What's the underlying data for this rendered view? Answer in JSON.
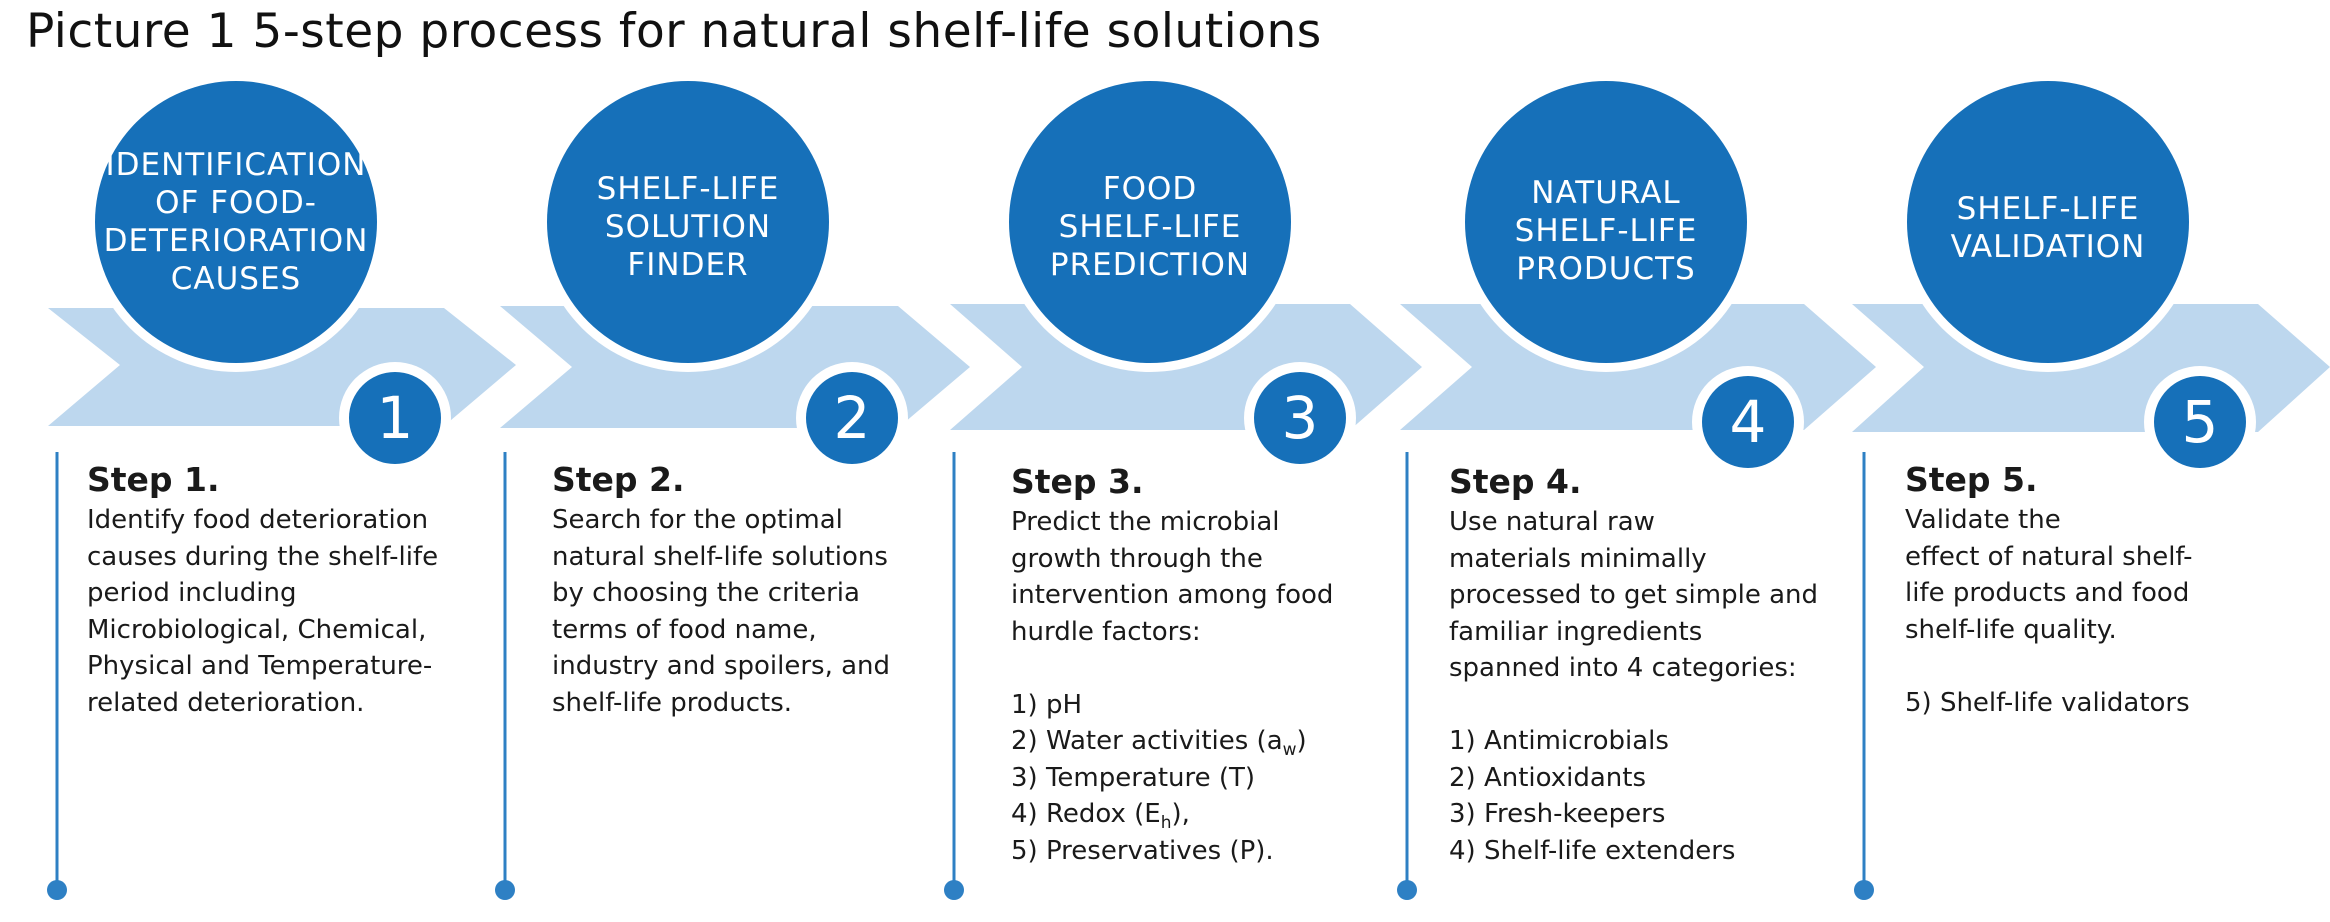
{
  "title": "Picture 1  5-step process for natural shelf-life solutions",
  "colors": {
    "circle_blue": "#1670b9",
    "chevron_light": "#bdd7ee",
    "text_dark": "#1a1a1a"
  },
  "steps": [
    {
      "number": "1",
      "circle_lines": [
        "IDENTIFICATION",
        "OF FOOD-",
        "DETERIORATION",
        "CAUSES"
      ],
      "heading": "Step 1.",
      "body": [
        "Identify food deterioration",
        "causes during the shelf-life",
        "period including",
        "Microbiological, Chemical,",
        "Physical and Temperature-",
        "related deterioration."
      ]
    },
    {
      "number": "2",
      "circle_lines": [
        "SHELF-LIFE",
        "SOLUTION",
        "FINDER"
      ],
      "heading": "Step 2.",
      "body": [
        "Search for the optimal",
        "natural shelf-life solutions",
        "by choosing the criteria",
        "terms of food name,",
        "industry and spoilers, and",
        "shelf-life products."
      ]
    },
    {
      "number": "3",
      "circle_lines": [
        "FOOD",
        "SHELF-LIFE",
        "PREDICTION"
      ],
      "heading": "Step 3.",
      "body": [
        "Predict the microbial",
        "growth through the",
        "intervention among food",
        "hurdle factors:"
      ],
      "list": [
        {
          "text": "1) pH",
          "sub": "",
          "after": ""
        },
        {
          "text": "2) Water activities (a",
          "sub": "w",
          "after": ")"
        },
        {
          "text": "3) Temperature (T)",
          "sub": "",
          "after": ""
        },
        {
          "text": "4) Redox (E",
          "sub": "h",
          "after": "),"
        },
        {
          "text": "5) Preservatives (P).",
          "sub": "",
          "after": ""
        }
      ]
    },
    {
      "number": "4",
      "circle_lines": [
        "NATURAL",
        "SHELF-LIFE",
        "PRODUCTS"
      ],
      "heading": "Step 4.",
      "body": [
        "Use natural raw",
        "materials minimally",
        "processed to get simple and",
        "familiar ingredients",
        "spanned into 4 categories:"
      ],
      "list": [
        {
          "text": "1) Antimicrobials"
        },
        {
          "text": "2) Antioxidants"
        },
        {
          "text": "3) Fresh-keepers"
        },
        {
          "text": "4) Shelf-life extenders"
        }
      ]
    },
    {
      "number": "5",
      "circle_lines": [
        "SHELF-LIFE",
        "VALIDATION"
      ],
      "heading": "Step 5.",
      "body": [
        "Validate the",
        "effect of natural shelf-",
        "life products and food",
        "shelf-life quality."
      ],
      "list": [
        {
          "text": "5) Shelf-life validators"
        }
      ]
    }
  ]
}
